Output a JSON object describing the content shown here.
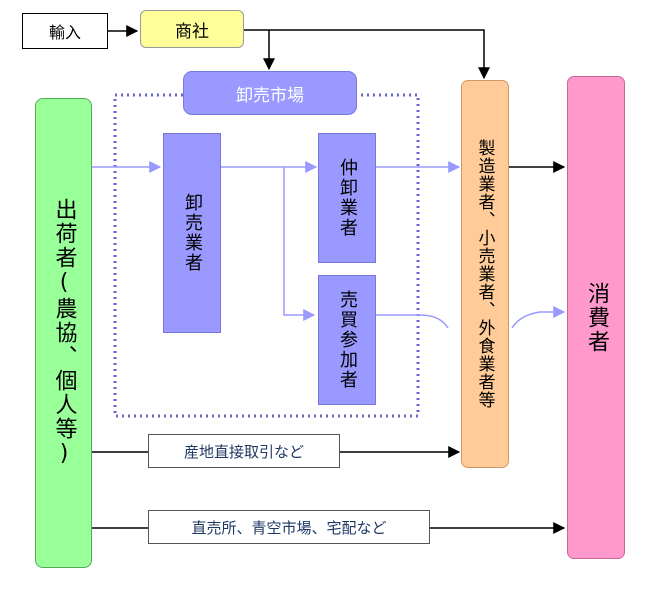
{
  "nodes": {
    "import": "輸入",
    "trading_company": "商社",
    "wholesale_market": "卸売市場",
    "shipper": "出荷者(農協、個人等)",
    "wholesaler": "卸売業者",
    "middle_wholesaler": "仲卸業者",
    "buying_participant": "売買参加者",
    "manufacturer_retail": "製造業者、小売業者、外食業者等",
    "consumer": "消費者"
  },
  "edge_labels": {
    "direct_trade": "産地直接取引など",
    "direct_sales": "直売所、青空市場、宅配など"
  },
  "colors": {
    "import": "#ffffff",
    "trading_company": "#ffff99",
    "wholesale_market": "#9999ff",
    "shipper": "#99ff99",
    "wholesale_nodes": "#9999ff",
    "manufacturer_retail": "#ffcc99",
    "consumer": "#ff99cc",
    "market_frame": "#6666cc",
    "market_flow": "#9999ff"
  }
}
